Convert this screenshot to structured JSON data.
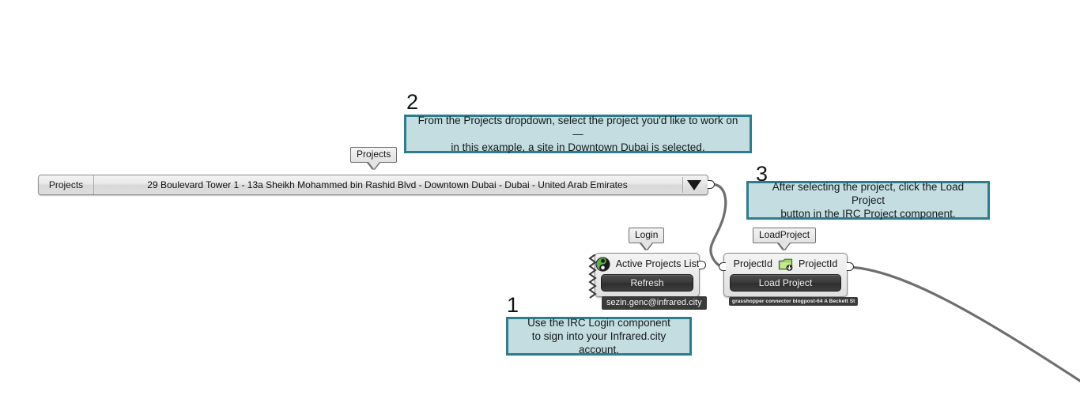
{
  "app": {
    "name": "Grasshopper canvas - Infrared.city IRC connector"
  },
  "dropdown": {
    "nickname": "Projects",
    "name_label": "Projects",
    "selected_value": "29 Boulevard Tower 1 - 13a Sheikh Mohammed bin Rashid Blvd - Downtown Dubai - Dubai - United Arab Emirates",
    "arrow_icon": "chevron-down-icon"
  },
  "login_component": {
    "nickname": "Login",
    "icon": "irc-login-icon",
    "output_label": "Active Projects List",
    "button_label": "Refresh",
    "account_label": "sezin.genc@infrared.city"
  },
  "loadproject_component": {
    "nickname": "LoadProject",
    "icon": "irc-load-project-icon",
    "input_label": "ProjectId",
    "output_label": "ProjectId",
    "button_label": "Load Project",
    "footer_label": "grasshopper connector blogpost-64 A Beckett St"
  },
  "callouts": [
    {
      "number": "1",
      "line1": "Use the IRC Login component",
      "line2": "to sign into your Infrared.city account."
    },
    {
      "number": "2",
      "line1": "From the Projects dropdown, select the project you'd like to work on —",
      "line2": "in this example, a site in Downtown Dubai is selected."
    },
    {
      "number": "3",
      "line1": "After selecting the project, click the Load Project",
      "line2": "button in the IRC Project component."
    }
  ],
  "colors": {
    "callout_fill": "#c3dde1",
    "callout_border": "#2b7f8c",
    "wire": "#6e6e6e",
    "component_body": "#eaeaea",
    "button_dark": "#343434",
    "canvas_background": "#ffffff"
  }
}
